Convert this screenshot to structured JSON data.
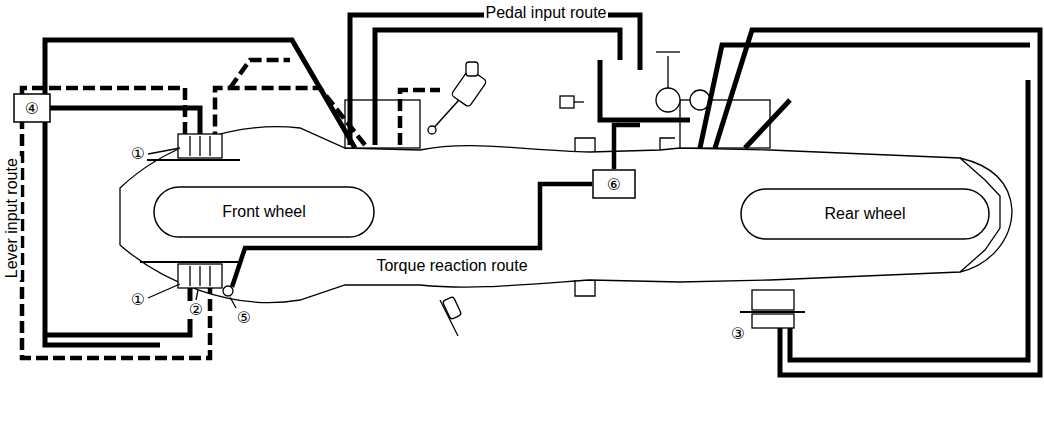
{
  "diagram": {
    "nodes": [
      {
        "text": [
          "④"
        ]
      },
      {
        "text": [
          "Front wheel"
        ]
      },
      {
        "text": [
          "⑥"
        ]
      },
      {
        "text": [
          "Rear wheel"
        ]
      }
    ],
    "labels": [
      "Pedal input route",
      "Lever input route",
      "①",
      "Torque reaction route",
      "①",
      "②",
      "⑤",
      "③"
    ]
  }
}
